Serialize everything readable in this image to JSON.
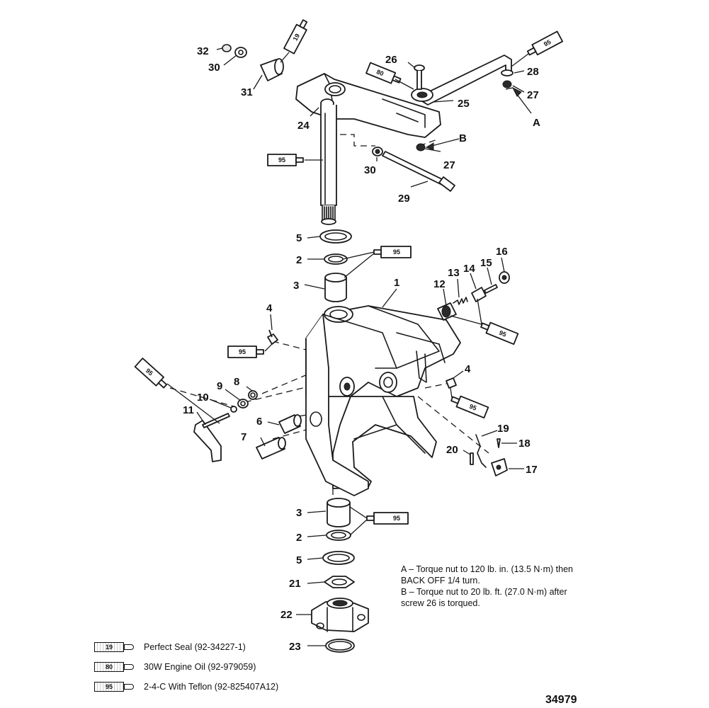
{
  "callouts": {
    "c1": "1",
    "c2a": "2",
    "c2b": "2",
    "c3a": "3",
    "c3b": "3",
    "c4a": "4",
    "c4b": "4",
    "c5a": "5",
    "c5b": "5",
    "c6": "6",
    "c7": "7",
    "c8": "8",
    "c9": "9",
    "c10": "10",
    "c11": "11",
    "c12": "12",
    "c13": "13",
    "c14": "14",
    "c15": "15",
    "c16": "16",
    "c17": "17",
    "c18": "18",
    "c19": "19",
    "c20": "20",
    "c21": "21",
    "c22": "22",
    "c23": "23",
    "c24": "24",
    "c25": "25",
    "c26": "26",
    "c27a": "27",
    "c27b": "27",
    "c28": "28",
    "c29": "29",
    "c30a": "30",
    "c30b": "30",
    "c31": "31",
    "c32": "32",
    "markA": "A",
    "markB": "B"
  },
  "tubes": {
    "t19": "19",
    "t80": "80",
    "t95a": "95",
    "t95b": "95",
    "t95c": "95",
    "t95d": "95",
    "t95e": "95",
    "t95f": "95",
    "t95g": "95",
    "t95h": "95"
  },
  "notes": {
    "a_line1": "A – Torque nut to 120 lb. in. (13.5 N·m) then",
    "a_line2": "BACK OFF 1/4 turn.",
    "b_line1": "B – Torque nut to 20 lb. ft. (27.0 N·m) after",
    "b_line2": "screw 26 is torqued."
  },
  "legend": [
    {
      "code": "19",
      "label": "Perfect Seal (92-34227-1)"
    },
    {
      "code": "80",
      "label": "30W Engine Oil (92-979059)"
    },
    {
      "code": "95",
      "label": "2-4-C With Teflon (92-825407A12)"
    }
  ],
  "figure_number": "34979"
}
